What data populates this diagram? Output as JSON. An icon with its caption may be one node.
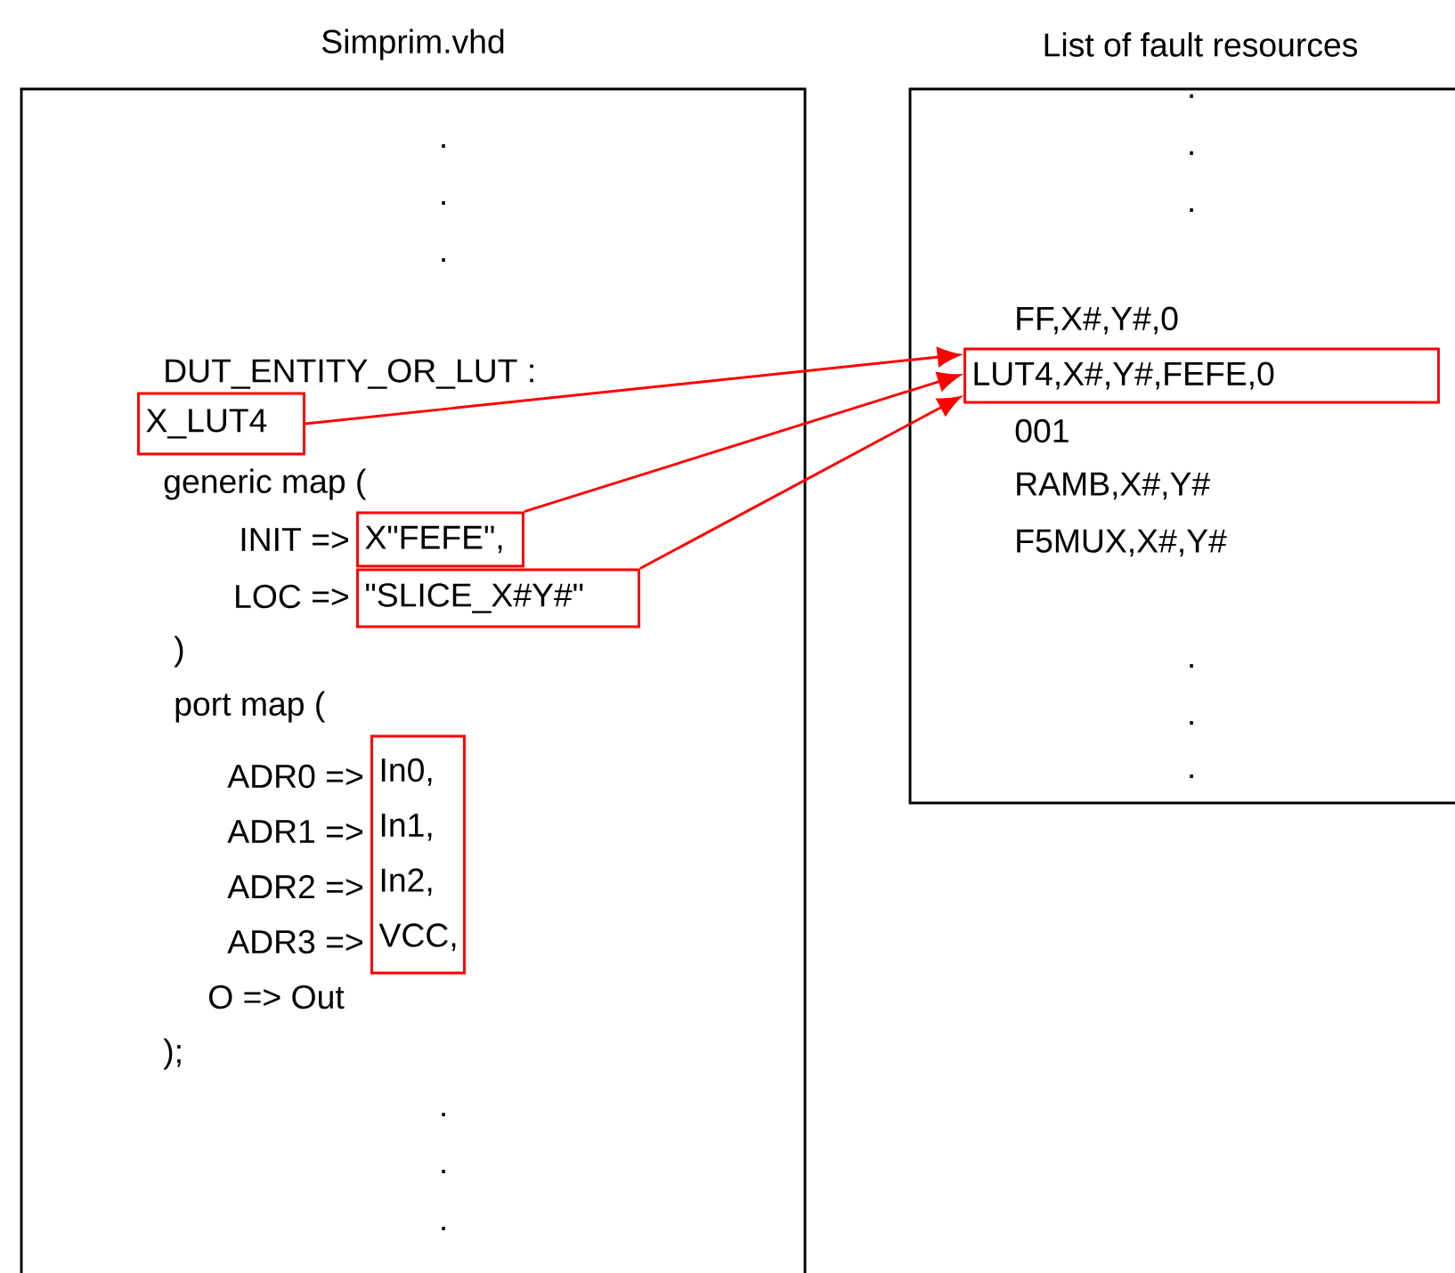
{
  "diagram": {
    "nodes": [
      {
        "text": [
          "Simprim.vhd",
          ".",
          ".",
          ".",
          "DUT_ENTITY_OR_LUT :",
          "generic map (",
          "INIT =>",
          "LOC =>",
          ")",
          "port map (",
          "ADR0 =>",
          "ADR1 =>",
          "ADR2 =>",
          "ADR3 =>",
          "O => Out",
          ");",
          ".",
          ".",
          "."
        ]
      },
      {
        "text": [
          "X_LUT4"
        ],
        "in": 0
      },
      {
        "text": [
          "X\"FEFE\","
        ],
        "in": 0
      },
      {
        "text": [
          "\"SLICE_X#Y#\""
        ],
        "in": 0
      },
      {
        "text": [
          "In0,",
          "In1,",
          "In2,",
          "VCC,"
        ],
        "in": 0
      },
      {
        "text": [
          "List of fault resources",
          ".",
          ".",
          ".",
          "FF,X#,Y#,0",
          "001",
          "RAMB,X#,Y#",
          "F5MUX,X#,Y#",
          ".",
          ".",
          "."
        ]
      },
      {
        "text": [
          "LUT4,X#,Y#,FEFE,0"
        ],
        "in": 5
      }
    ],
    "edges": [
      {
        "from": 1,
        "to": 6,
        "arrow": "to"
      },
      {
        "from": 2,
        "to": 6,
        "arrow": "to"
      },
      {
        "from": 3,
        "to": 6,
        "arrow": "to"
      }
    ]
  }
}
